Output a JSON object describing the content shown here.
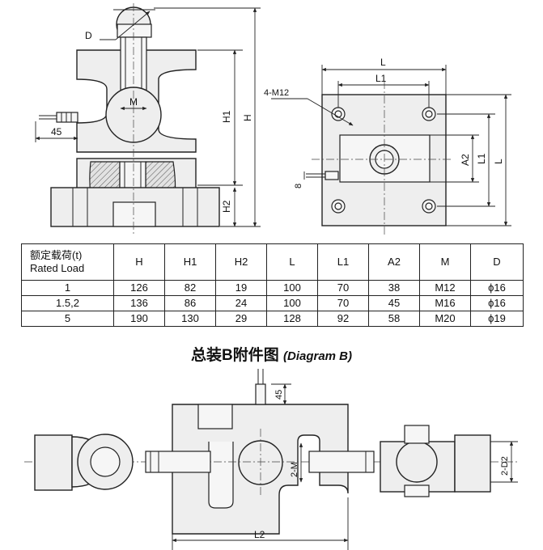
{
  "side_view": {
    "labels": {
      "d": "D",
      "m": "M",
      "h1": "H1",
      "h": "H",
      "h2": "H2",
      "cable_length": "45"
    }
  },
  "top_view": {
    "labels": {
      "l_top": "L",
      "l1_top": "L1",
      "bolts": "4-M12",
      "a2": "A2",
      "l1_side": "L1",
      "l_side": "L",
      "offset": "8"
    }
  },
  "spec_table": {
    "header_cn": "额定载荷(t)",
    "header_en": "Rated Load",
    "columns": [
      "H",
      "H1",
      "H2",
      "L",
      "L1",
      "A2",
      "M",
      "D"
    ],
    "rows": [
      {
        "load": "1",
        "cells": [
          "126",
          "82",
          "19",
          "100",
          "70",
          "38",
          "M12",
          "ϕ16"
        ]
      },
      {
        "load": "1.5,2",
        "cells": [
          "136",
          "86",
          "24",
          "100",
          "70",
          "45",
          "M16",
          "ϕ16"
        ]
      },
      {
        "load": "5",
        "cells": [
          "190",
          "130",
          "29",
          "128",
          "92",
          "58",
          "M20",
          "ϕ19"
        ]
      }
    ]
  },
  "diagram_b": {
    "title_cn": "总装B附件图",
    "title_en": "(Diagram B)",
    "labels": {
      "cable": "45",
      "two_m": "2-M",
      "two_d2": "2-D2",
      "l2": "L2"
    }
  }
}
